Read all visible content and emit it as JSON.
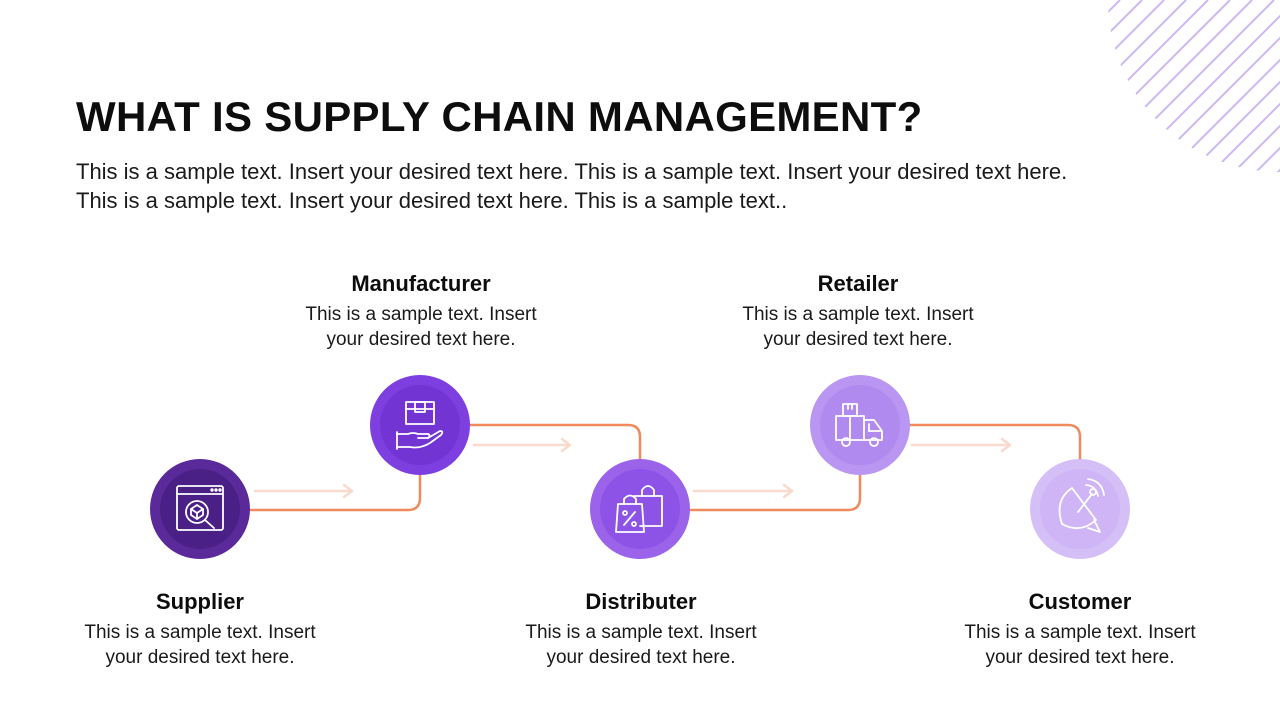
{
  "slide": {
    "title": "WHAT IS SUPPLY CHAIN MANAGEMENT?",
    "intro_line1": "This is a sample text. Insert your desired text here. This is a sample text. Insert your desired text here.",
    "intro_line2": "This is a sample text. Insert your desired text here. This is a sample text.."
  },
  "steps": [
    {
      "name": "Supplier",
      "desc_line1": "This is a sample text. Insert",
      "desc_line2": "your desired text here.",
      "icon": "search-box-icon",
      "color": "#5b2a9a"
    },
    {
      "name": "Manufacturer",
      "desc_line1": "This is a sample text. Insert",
      "desc_line2": "your desired text here.",
      "icon": "box-in-hand-icon",
      "color": "#7e3fe0"
    },
    {
      "name": "Distributer",
      "desc_line1": "This is a sample text. Insert",
      "desc_line2": "your desired text here.",
      "icon": "shopping-bags-icon",
      "color": "#9a63ea"
    },
    {
      "name": "Retailer",
      "desc_line1": "This is a sample text. Insert",
      "desc_line2": "your desired text here.",
      "icon": "delivery-truck-icon",
      "color": "#b996f2"
    },
    {
      "name": "Customer",
      "desc_line1": "This is a sample text. Insert",
      "desc_line2": "your desired text here.",
      "icon": "satellite-dish-icon",
      "color": "#d5bff7"
    }
  ],
  "colors": {
    "connector": "#f08a5d",
    "arrow": "#fbd9cc",
    "stripes": "#cdb8f2"
  }
}
